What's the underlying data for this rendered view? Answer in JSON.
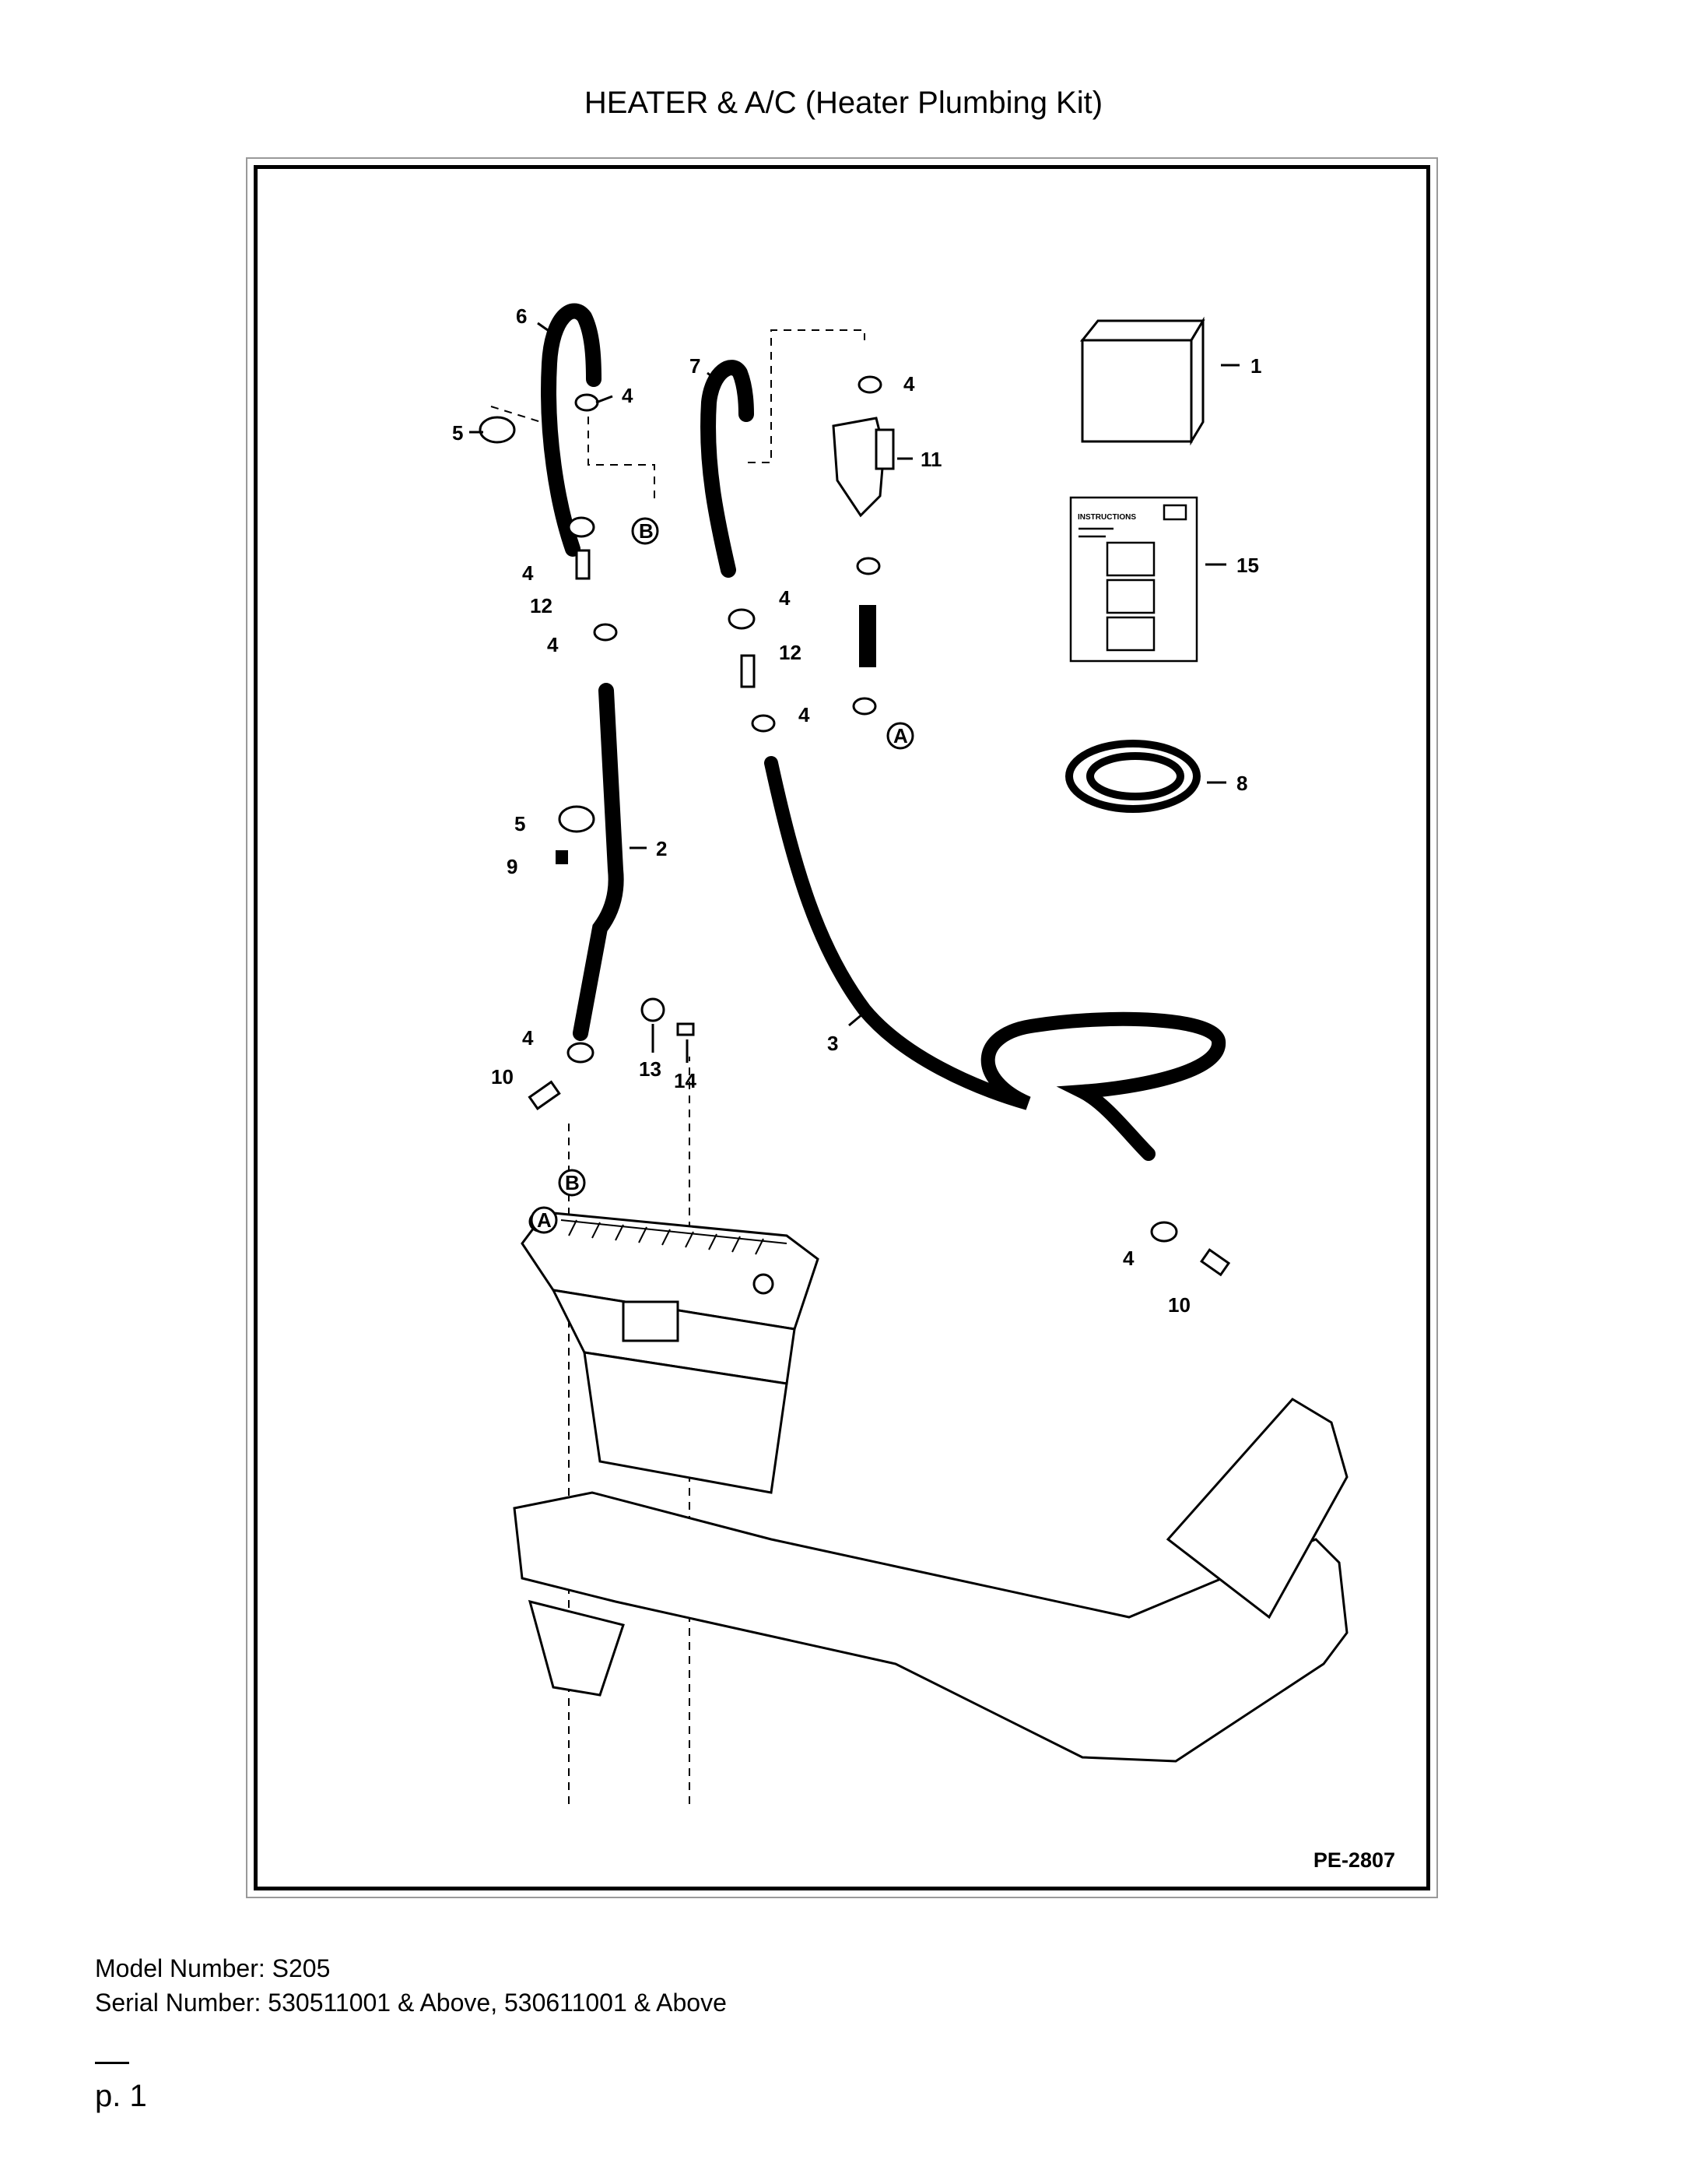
{
  "title": "HEATER & A/C (Heater Plumbing Kit)",
  "figure": {
    "code": "PE-2807",
    "callouts": [
      "1",
      "2",
      "3",
      "4",
      "5",
      "6",
      "7",
      "8",
      "9",
      "10",
      "11",
      "12",
      "13",
      "14",
      "15"
    ],
    "connection_markers": [
      "A",
      "B"
    ],
    "instructions_label": "INSTRUCTIONS"
  },
  "footer": {
    "model": "Model Number: S205",
    "serial": "Serial Number: 530511001 & Above, 530611001 & Above",
    "page": "p. 1"
  }
}
